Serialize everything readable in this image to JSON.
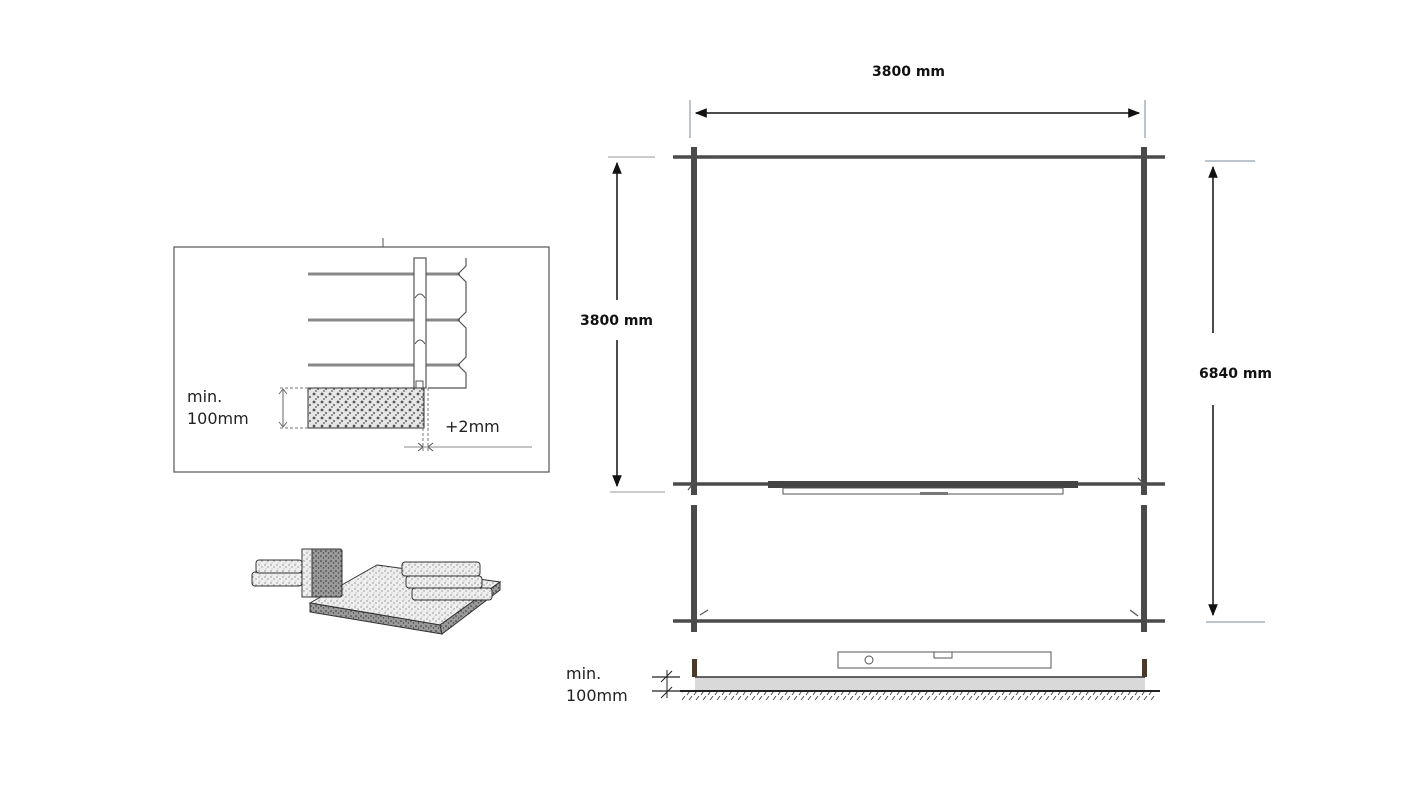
{
  "colors": {
    "wall": "#4a4a4a",
    "dimension_line": "#111111",
    "extension_line": "#7a8a99",
    "foundation_fill": "#d9d9d9",
    "detail_border": "#555555"
  },
  "detail_inset": {
    "label_min": "min.",
    "label_height": "100mm",
    "label_gap": "+2mm"
  },
  "foundation_illustration": {
    "caption": ""
  },
  "floor_plan": {
    "width_label": "3800 mm",
    "depth_main_label": "3800 mm",
    "depth_total_label": "6840 mm",
    "door_label": ""
  },
  "elevation": {
    "label_min": "min.",
    "label_height": "100mm"
  }
}
